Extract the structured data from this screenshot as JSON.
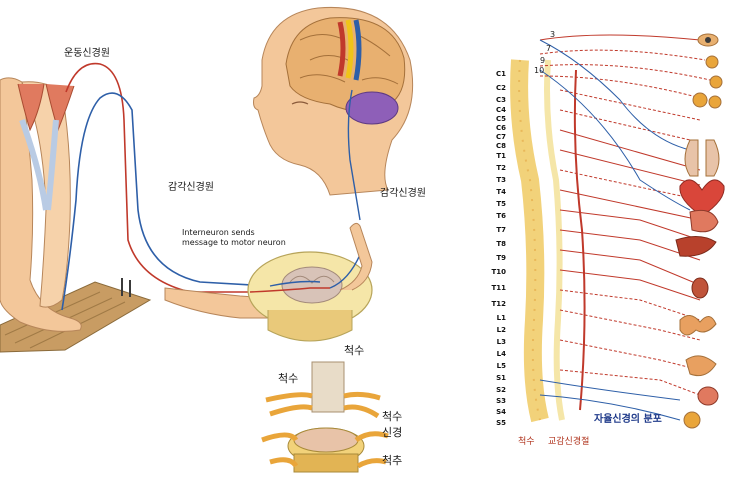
{
  "labels": {
    "motor_neuron": "운동신경원",
    "sensory_neuron_mid": "감각신경원",
    "sensory_neuron_right": "감각신경원",
    "interneuron_note_line1": "Interneuron sends",
    "interneuron_note_line2": "message to motor neuron",
    "spinal_cord_main": "척수",
    "spinal_cord_small": "척수",
    "spinal_nerve_line1": "척수",
    "spinal_nerve_line2": "신경",
    "vertebra": "척추",
    "caption_spinal_cord": "척수",
    "caption_sympathetic_chain": "교감신경절",
    "caption_autonomic": "자율신경의 분포"
  },
  "cranial_numbers": [
    "3",
    "7",
    "9",
    "10"
  ],
  "spine_levels": [
    "C1",
    "C2",
    "C3",
    "C4",
    "C5",
    "C6",
    "C7",
    "C8",
    "T1",
    "T2",
    "T3",
    "T4",
    "T5",
    "T6",
    "T7",
    "T8",
    "T9",
    "T10",
    "T11",
    "T12",
    "L1",
    "L2",
    "L3",
    "L4",
    "L5",
    "S1",
    "S2",
    "S3",
    "S4",
    "S5"
  ],
  "colors": {
    "nerve_red": "#c0392b",
    "nerve_blue": "#2e5fa8",
    "skin": "#f3c79a",
    "bone": "#f2d27a",
    "brain": "#e8b070",
    "cerebellum": "#8e5fb8",
    "caption_blue": "#1f3a8a"
  },
  "icons": [
    "leg-illustration",
    "head-illustration",
    "brain-illustration",
    "spinal-cord-section",
    "vertebra-illustration",
    "spinal-column",
    "heart-icon",
    "lungs-icon",
    "liver-icon",
    "kidney-icon",
    "intestine-icon",
    "bladder-icon",
    "eye-icon"
  ]
}
